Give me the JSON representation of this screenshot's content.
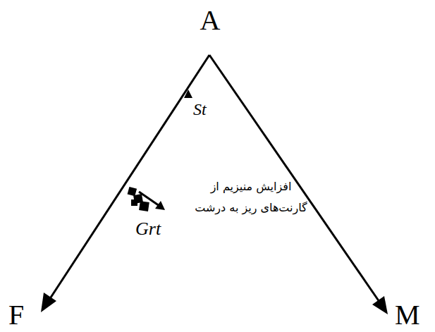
{
  "diagram": {
    "labels": [
      "A",
      "St",
      "افزایش منیزیم از گارنت‌های ریز به درشت",
      "Grt",
      "F",
      "M"
    ]
  }
}
